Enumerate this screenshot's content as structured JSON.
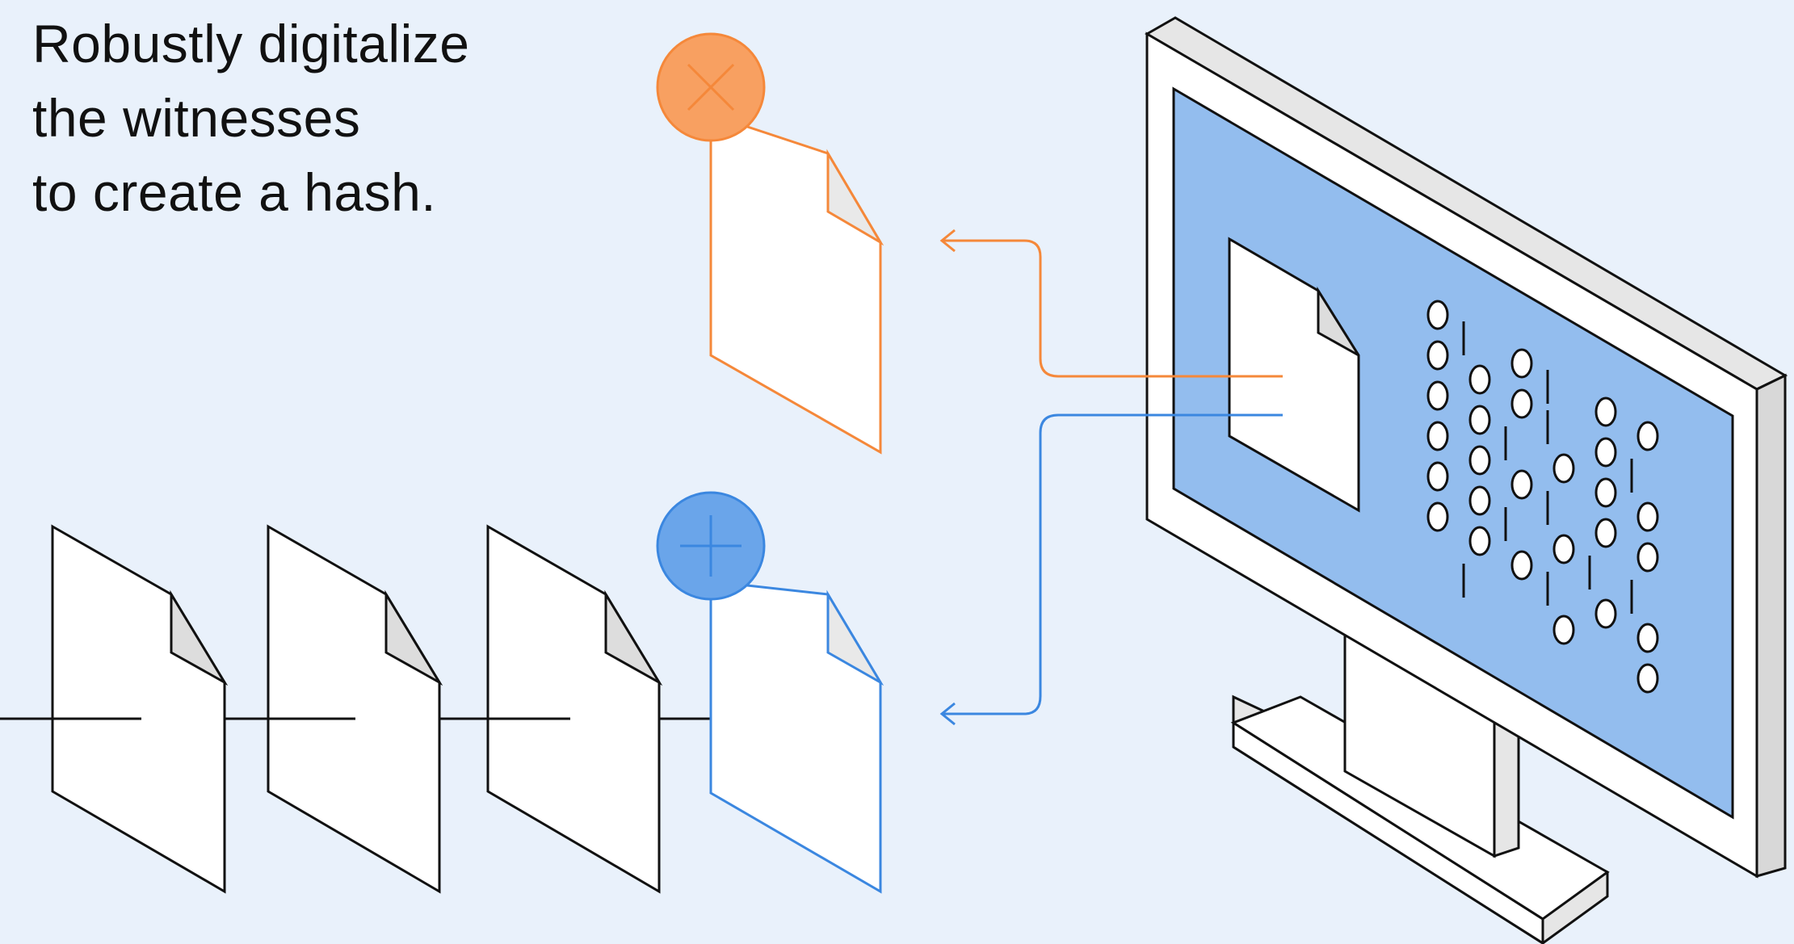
{
  "caption": {
    "line1": "Robustly digitalize",
    "line2": "the witnesses",
    "line3": "to create a hash."
  },
  "icons": {
    "reject": "close-icon",
    "accept": "plus-icon",
    "screen_doc": "document-icon",
    "hash_pattern": "binary-code-icon"
  },
  "colors": {
    "background": "#e9f1fb",
    "reject": "#f5883a",
    "accept": "#3b87e0",
    "screen": "#93bdee",
    "line": "#111111"
  }
}
